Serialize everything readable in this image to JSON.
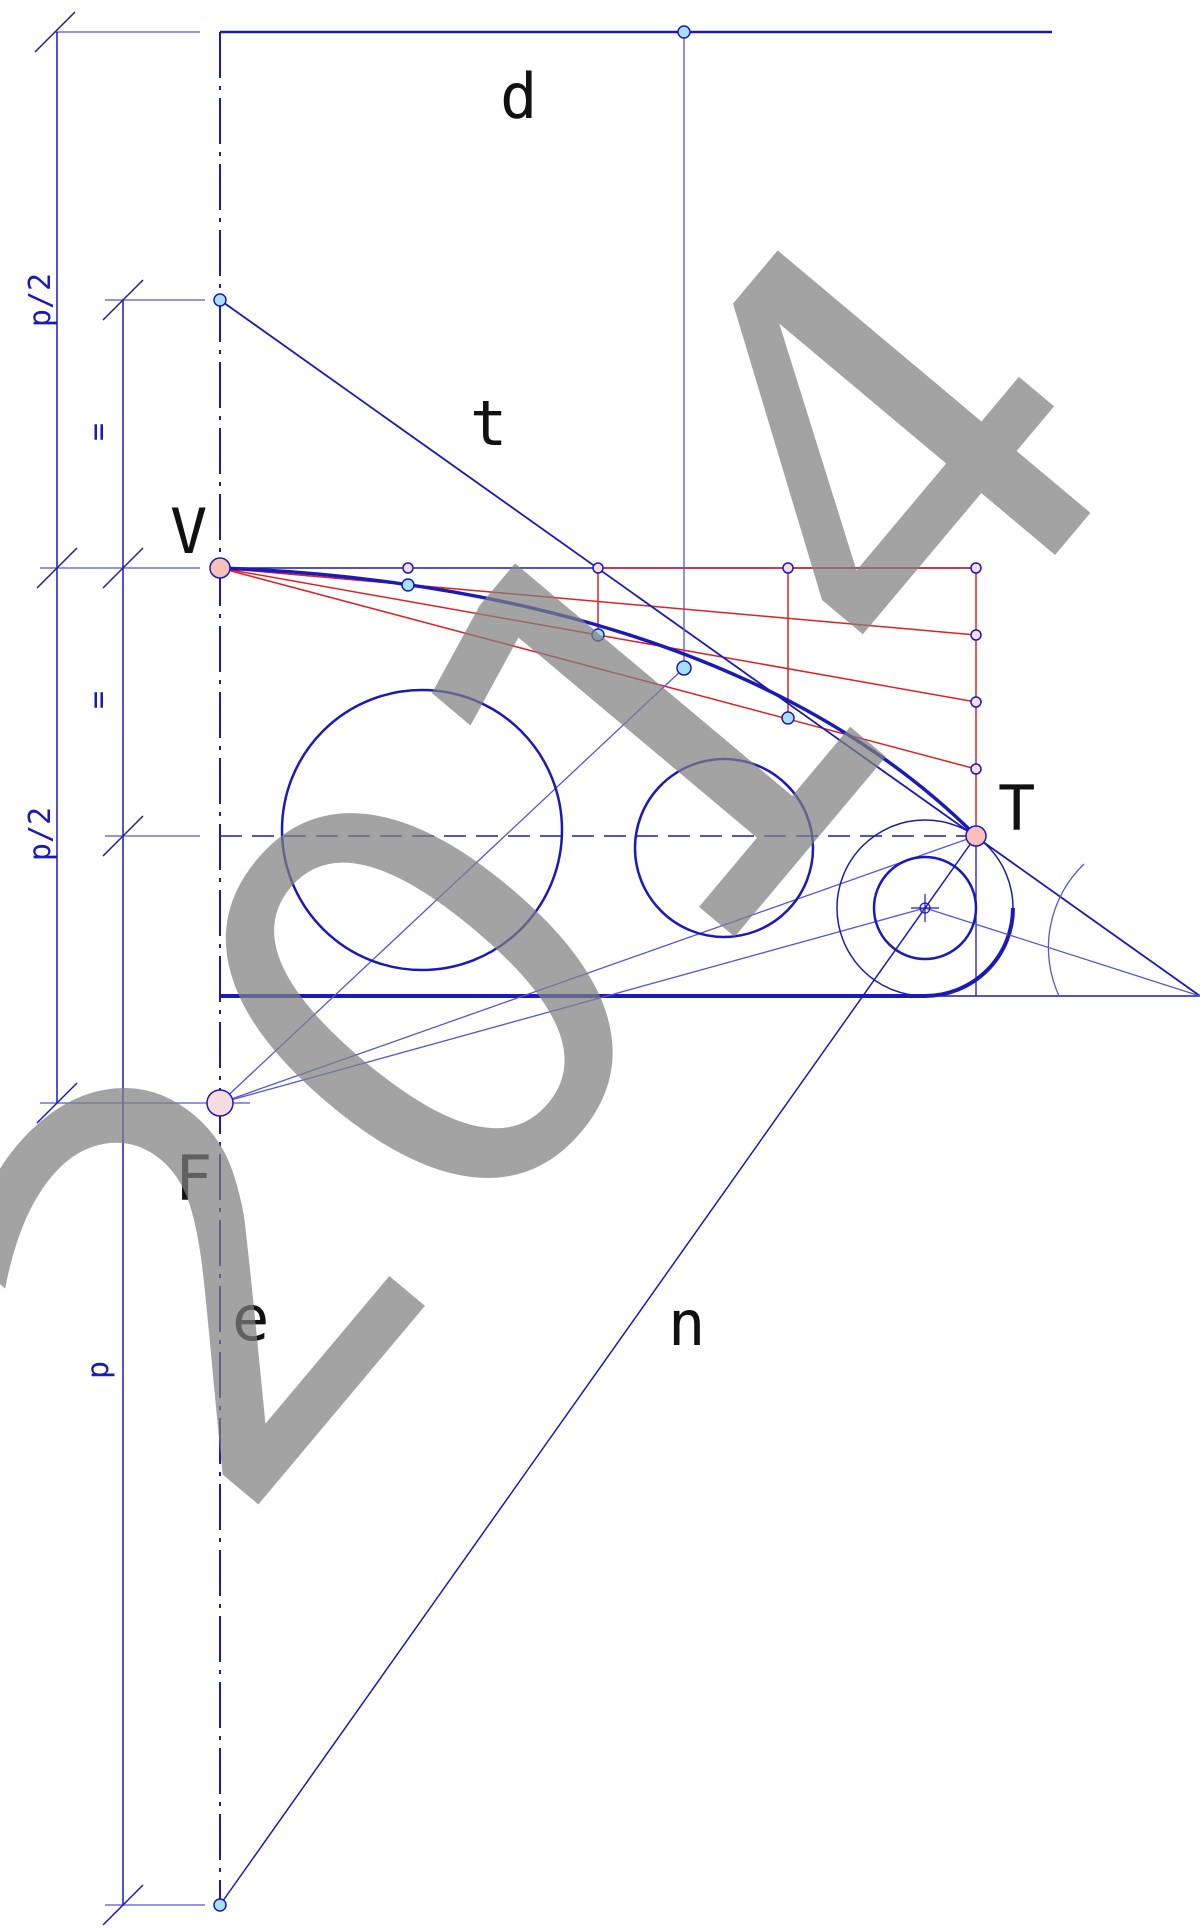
{
  "labels": {
    "d": "d",
    "t": "t",
    "V": "V",
    "T": "T",
    "F": "F",
    "e": "e",
    "n": "n"
  },
  "dimensions": {
    "p_half_top": "p/2",
    "equal_top": "=",
    "equal_bottom": "=",
    "p_half_bottom": "p/2",
    "p": "p"
  },
  "watermark": "2014",
  "colors": {
    "main": "#1a1ab8",
    "construction": "#5555dd",
    "red": "#dd2222",
    "point_fill": "#a8e0f5",
    "key_point_fill": "#f8c0b8",
    "watermark": "#808080"
  }
}
